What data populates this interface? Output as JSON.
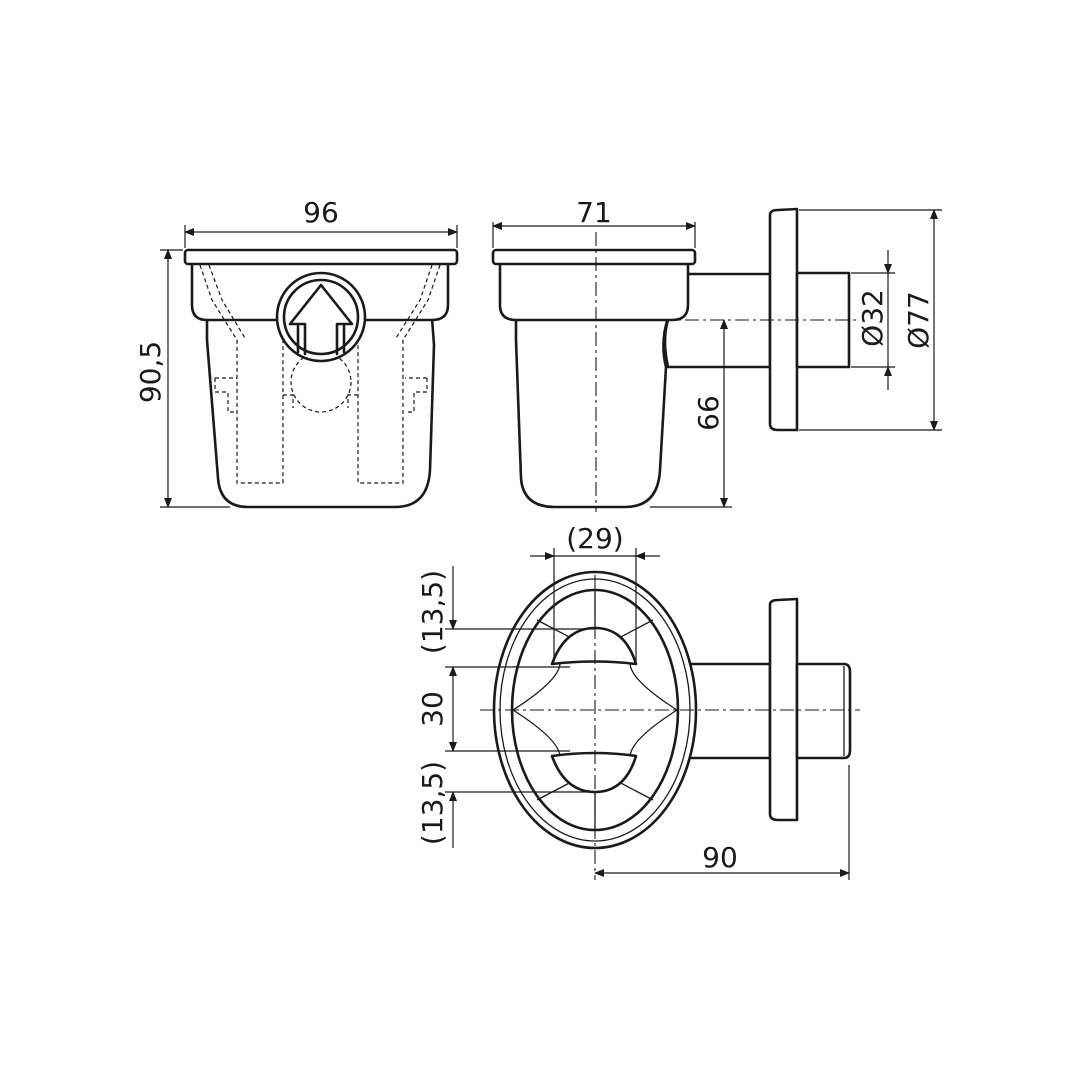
{
  "dimensions": {
    "top_left_width": "96",
    "top_left_height": "90,5",
    "top_middle_width": "71",
    "top_middle_outlet_height": "66",
    "outlet_pipe_diameter": "Ø32",
    "flange_diameter": "Ø77",
    "bottom_upper_opening_width": "(29)",
    "bottom_upper_offset": "(13,5)",
    "bottom_middle_spacing": "30",
    "bottom_lower_offset": "(13,5)",
    "bottom_total_length": "90"
  }
}
